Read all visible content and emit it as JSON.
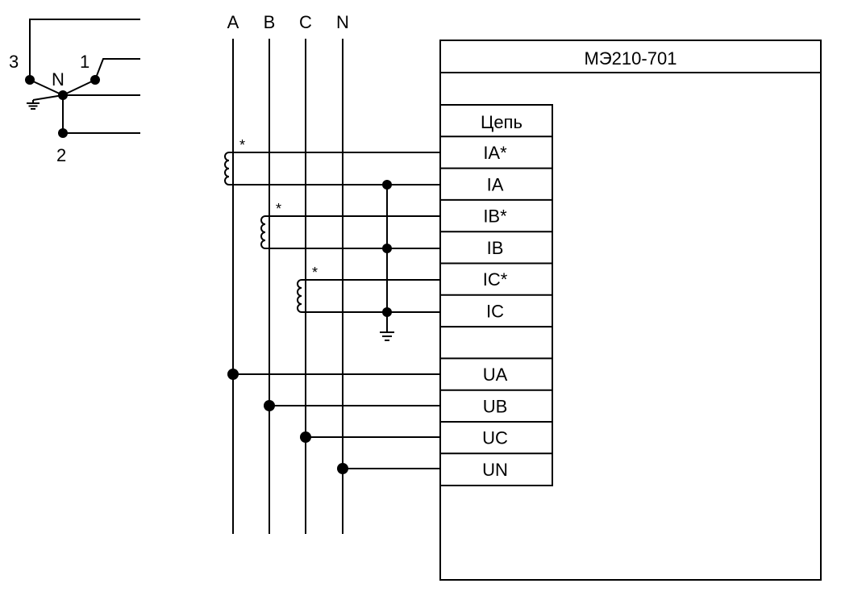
{
  "star": {
    "phase_1_label": "1",
    "phase_2_label": "2",
    "phase_3_label": "3",
    "neutral_label": "N",
    "ground_icon": "ground-icon"
  },
  "buses": [
    "A",
    "B",
    "C",
    "N"
  ],
  "device": {
    "title": "МЭ210-701",
    "table_header": "Цепь",
    "terminals": [
      "IA*",
      "IA",
      "IB*",
      "IB",
      "IC*",
      "IC",
      "",
      "UA",
      "UB",
      "UC",
      "UN"
    ]
  },
  "current_transformers": {
    "polarity_mark": "*",
    "icon": "coil-icon"
  },
  "ground": {
    "icon": "ground-icon"
  },
  "colors": {
    "line": "#000000",
    "background": "#ffffff"
  }
}
